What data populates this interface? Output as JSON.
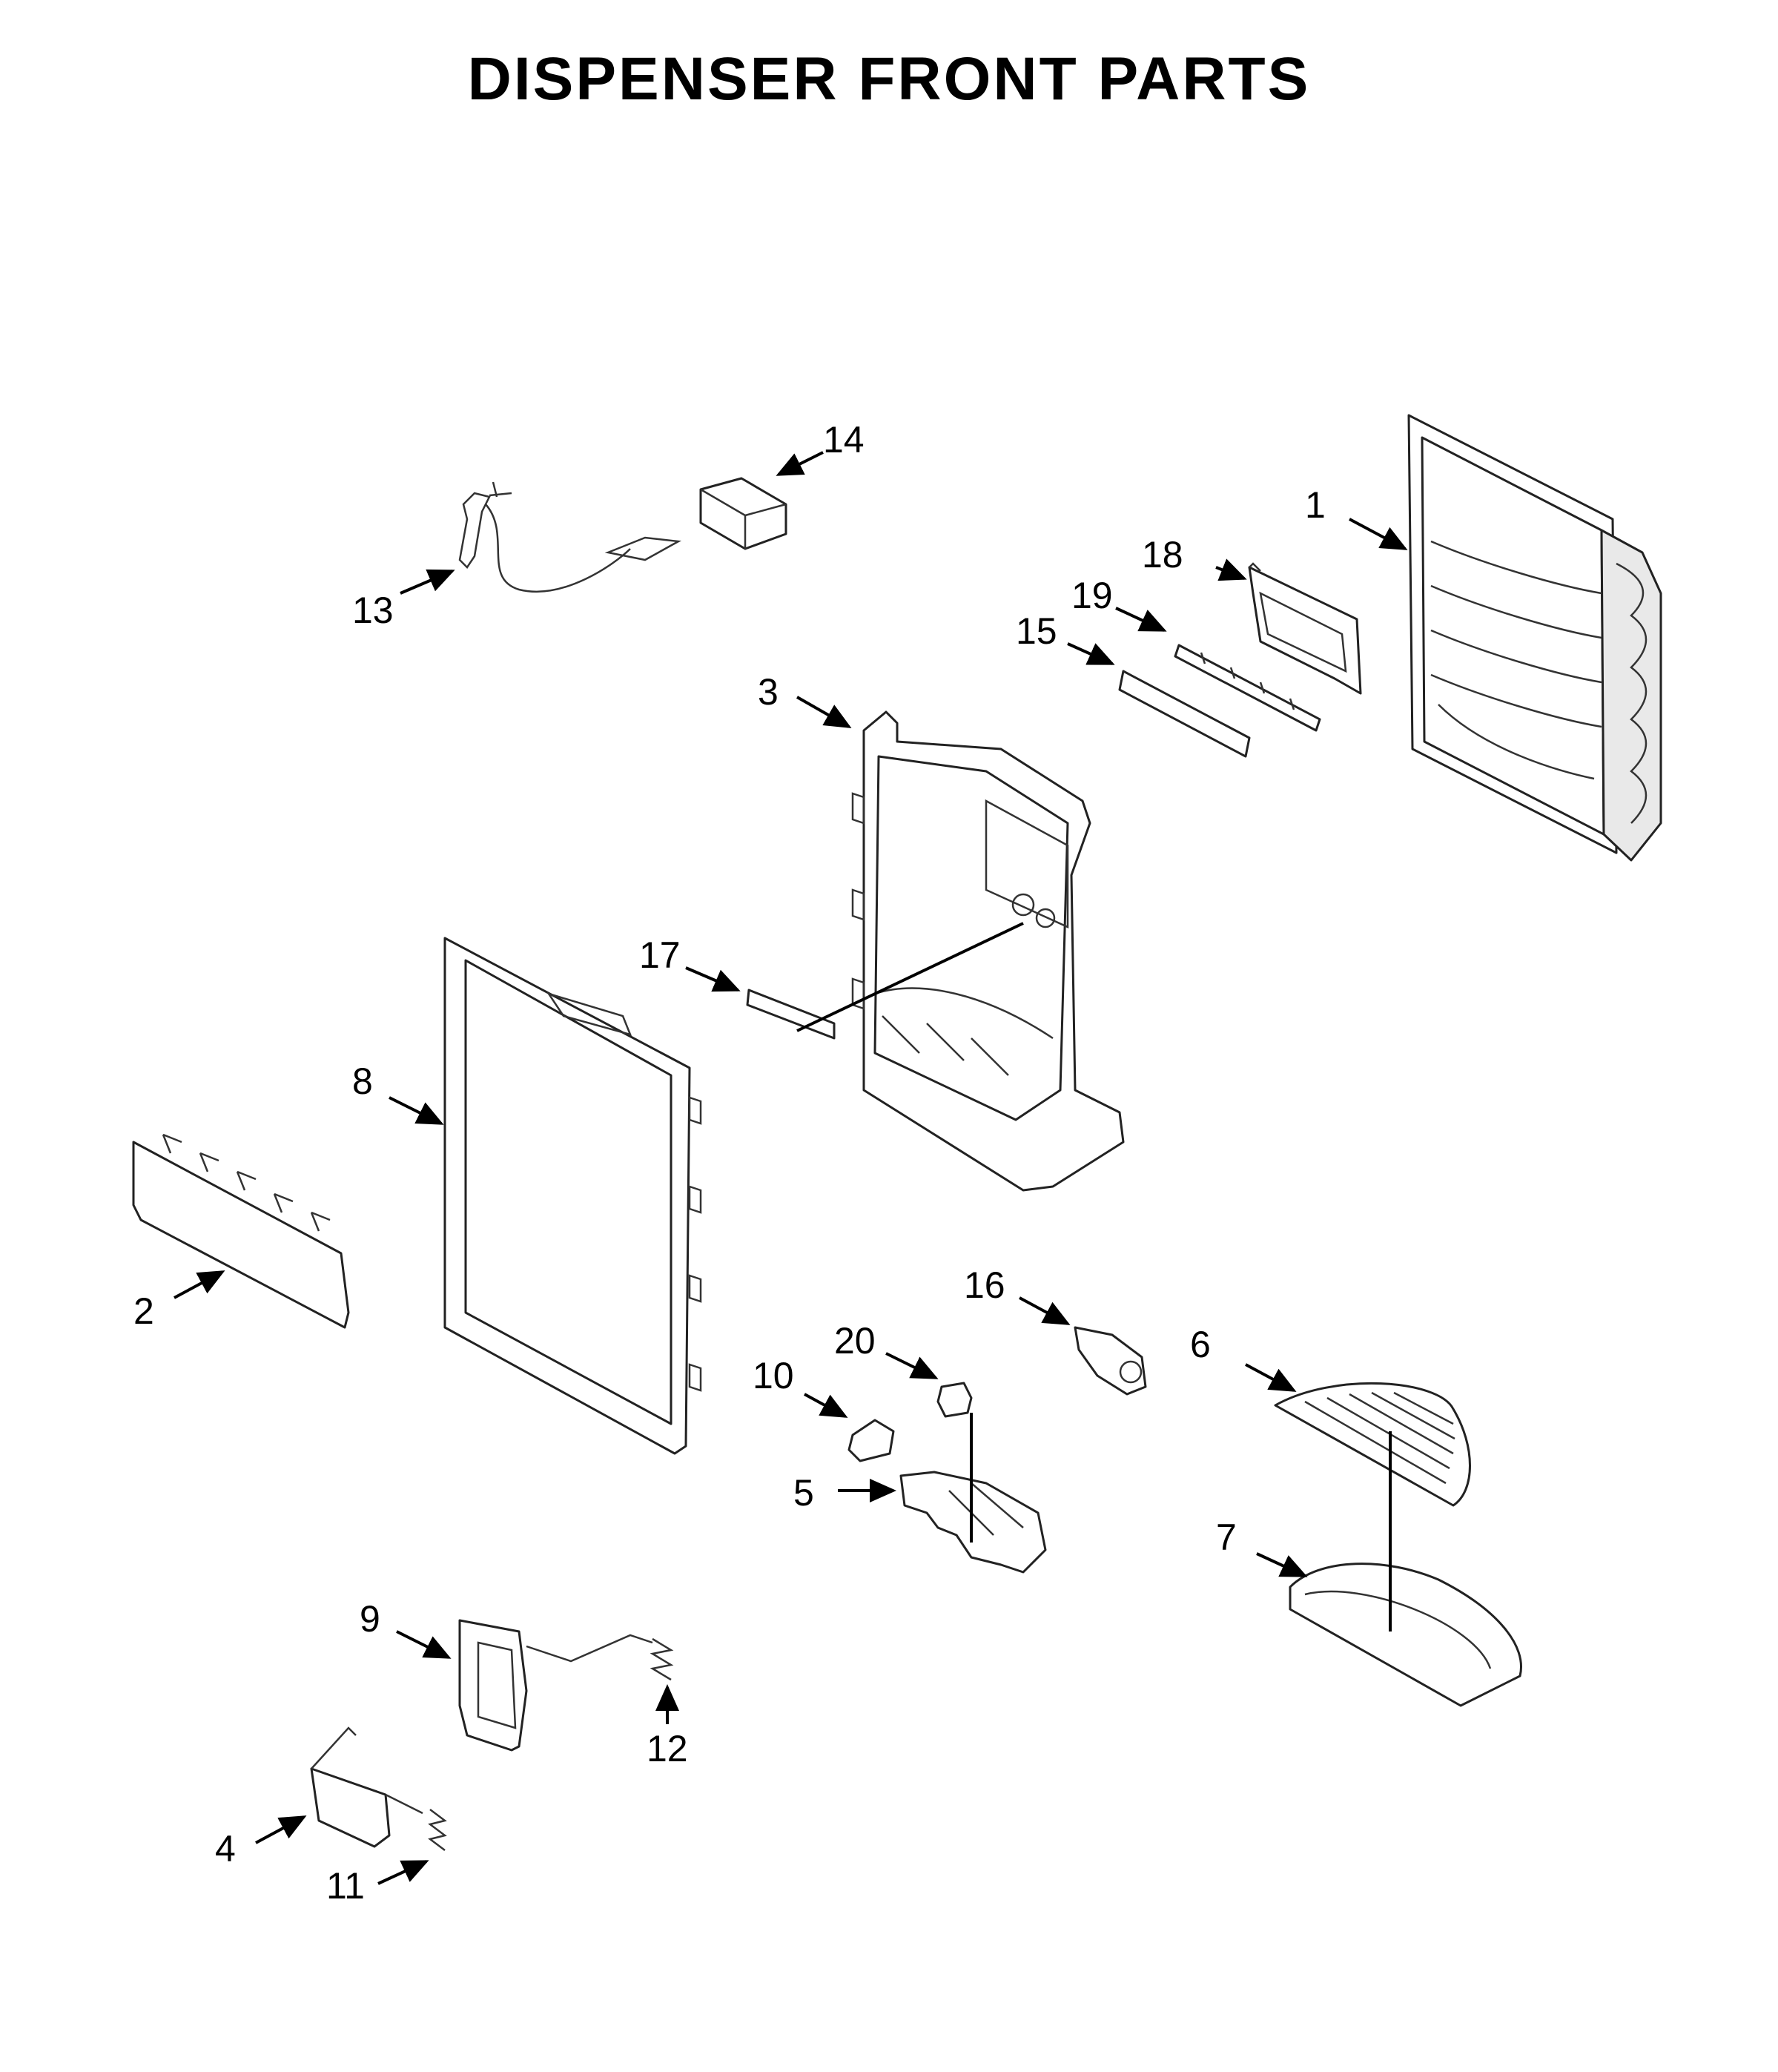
{
  "title": "DISPENSER FRONT PARTS",
  "callouts": [
    {
      "id": "1",
      "label": "1"
    },
    {
      "id": "2",
      "label": "2"
    },
    {
      "id": "3",
      "label": "3"
    },
    {
      "id": "4",
      "label": "4"
    },
    {
      "id": "5",
      "label": "5"
    },
    {
      "id": "6",
      "label": "6"
    },
    {
      "id": "7",
      "label": "7"
    },
    {
      "id": "8",
      "label": "8"
    },
    {
      "id": "9",
      "label": "9"
    },
    {
      "id": "10",
      "label": "10"
    },
    {
      "id": "11",
      "label": "11"
    },
    {
      "id": "12",
      "label": "12"
    },
    {
      "id": "13",
      "label": "13"
    },
    {
      "id": "14",
      "label": "14"
    },
    {
      "id": "15",
      "label": "15"
    },
    {
      "id": "16",
      "label": "16"
    },
    {
      "id": "17",
      "label": "17"
    },
    {
      "id": "18",
      "label": "18"
    },
    {
      "id": "19",
      "label": "19"
    },
    {
      "id": "20",
      "label": "20"
    }
  ]
}
